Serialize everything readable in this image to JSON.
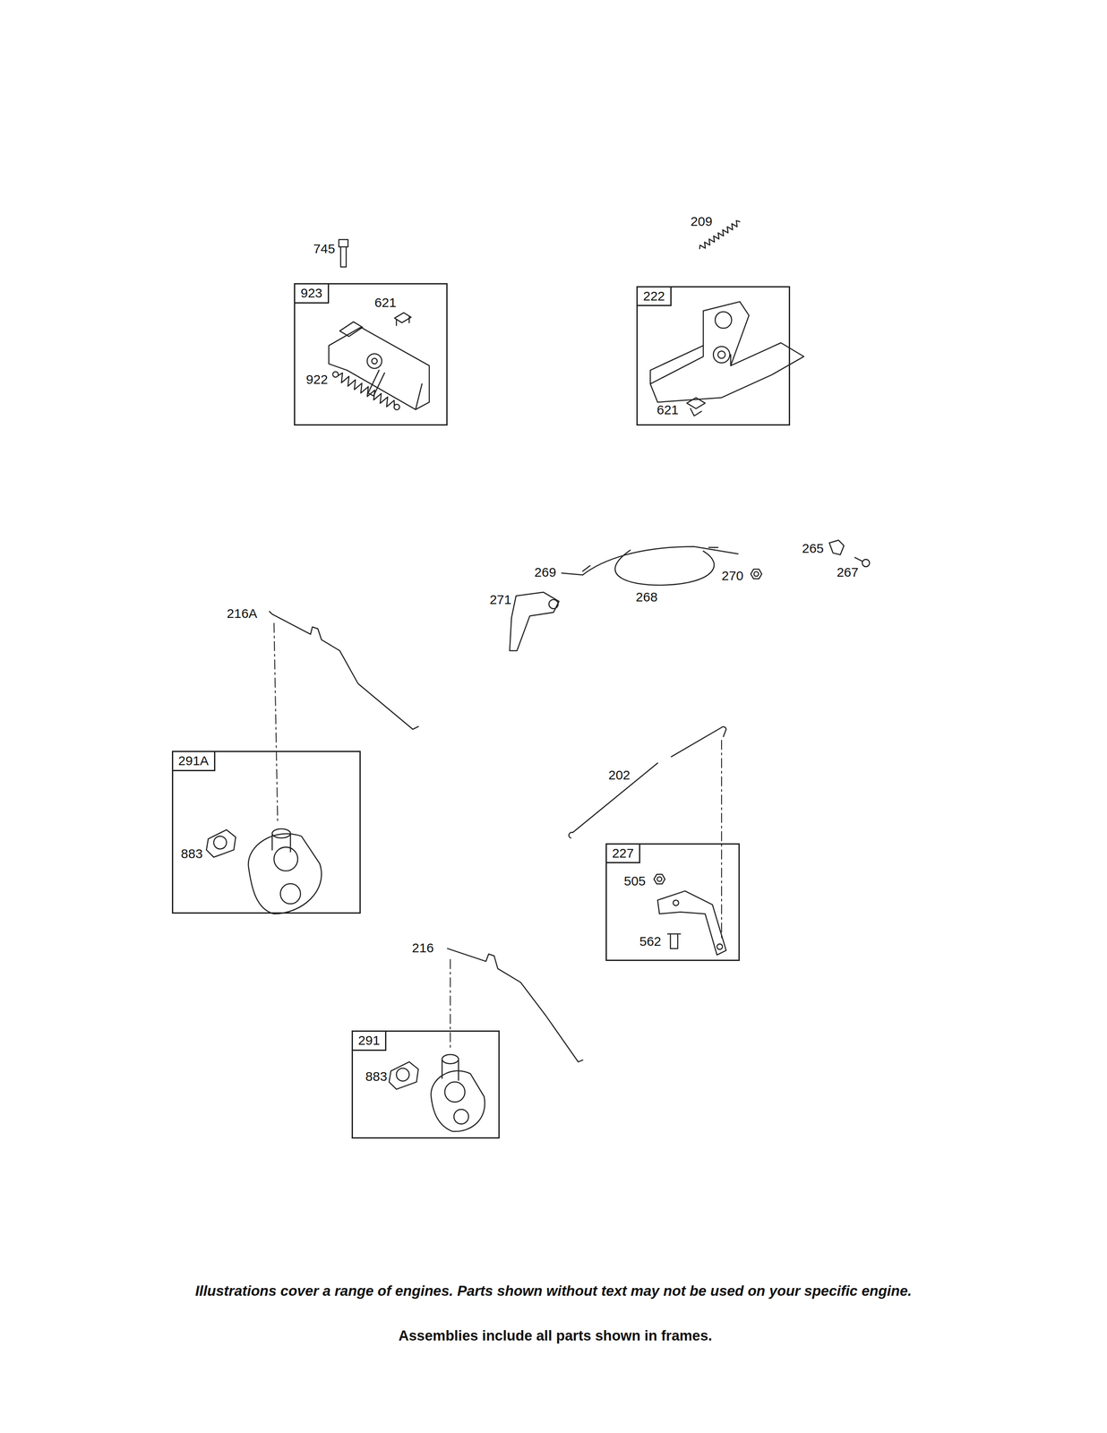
{
  "diagram": {
    "nodes": [
      {
        "text": [
          "923"
        ]
      },
      {
        "text": [
          "222"
        ]
      },
      {
        "text": [
          "291A"
        ]
      },
      {
        "text": [
          "227"
        ]
      },
      {
        "text": [
          "291"
        ]
      }
    ],
    "labels": [
      "209",
      "745",
      "621",
      "922",
      "621",
      "265",
      "269",
      "267",
      "270",
      "268",
      "271",
      "216A",
      "202",
      "883",
      "505",
      "562",
      "216",
      "883",
      "Illustrations cover a range of engines. Parts shown without text may not be used on your specific engine.",
      "Assemblies include all parts shown in frames."
    ]
  }
}
